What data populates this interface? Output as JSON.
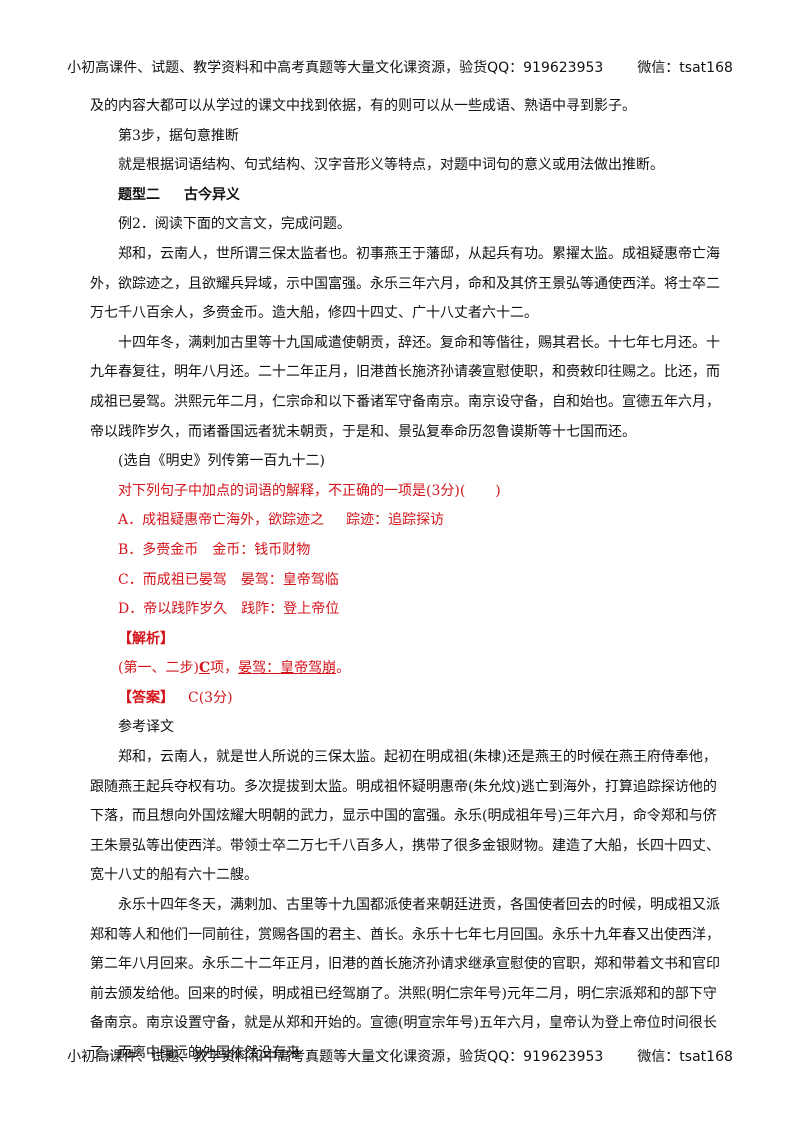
{
  "header": {
    "text": "小初高课件、试题、教学资料和中高考真题等大量文化课资源，验货QQ：919623953",
    "wechat": "微信：tsat168"
  },
  "footer": {
    "text": "小初高课件、试题、教学资料和中高考真题等大量文化课资源，验货QQ：919623953",
    "wechat": "微信：tsat168"
  },
  "content": {
    "p1": "及的内容大都可以从学过的课文中找到依据，有的则可以从一些成语、熟语中寻到影子。",
    "step3_title": "第3步，据句意推断",
    "step3_body": "就是根据词语结构、句式结构、汉字音形义等特点，对题中词句的意义或用法做出推断。",
    "section_label": "题型二",
    "section_name": "古今异义",
    "example_intro": "例2．阅读下面的文言文，完成问题。",
    "passage1": "郑和，云南人，世所谓三保太监者也。初事燕王于藩邸，从起兵有功。累擢太监。成祖疑惠帝亡海外，欲踪迹之，且欲耀兵异域，示中国富强。永乐三年六月，命和及其侪王景弘等通使西洋。将士卒二万七千八百余人，多赍金币。造大船，修四十四丈、广十八丈者六十二。",
    "passage2": "十四年冬，满剌加古里等十九国咸遣使朝贡，辞还。复命和等偕往，赐其君长。十七年七月还。十九年春复往，明年八月还。二十二年正月，旧港酋长施济孙请袭宣慰使职，和赍敕印往赐之。比还，而成祖已晏驾。洪熙元年二月，仁宗命和以下番诸军守备南京。南京设守备，自和始也。宣德五年六月，帝以践阼岁久，而诸番国远者犹未朝贡，于是和、景弘复奉命历忽鲁谟斯等十七国而还。",
    "source": "(选自《明史》列传第一百九十二)",
    "question": "对下列句子中加点的词语的解释，不正确的一项是(3分)(",
    "question_end": ")",
    "options": [
      {
        "sentence": "A．成祖疑惠帝亡海外，欲踪迹之",
        "gloss": "踪迹：追踪探访"
      },
      {
        "sentence": "B．多赍金币",
        "gloss": "金币：钱币财物"
      },
      {
        "sentence": "C．而成祖已晏驾",
        "gloss": "晏驾：皇帝驾临"
      },
      {
        "sentence": "D．帝以践阼岁久",
        "gloss": "践阼：登上帝位"
      }
    ],
    "analysis_label": "【解析】",
    "analysis_prefix": "(第一、二步)",
    "analysis_letter": "C",
    "analysis_mid": "项，",
    "analysis_answer": "晏驾：皇帝驾崩",
    "analysis_end": "。",
    "answer_label": "【答案】",
    "answer_value": "C(3分)",
    "translation_title": "参考译文",
    "translation1": "郑和，云南人，就是世人所说的三保太监。起初在明成祖(朱棣)还是燕王的时候在燕王府侍奉他，跟随燕王起兵夺权有功。多次提拔到太监。明成祖怀疑明惠帝(朱允炆)逃亡到海外，打算追踪探访他的下落，而且想向外国炫耀大明朝的武力，显示中国的富强。永乐(明成祖年号)三年六月，命令郑和与侪王朱景弘等出使西洋。带领士卒二万七千八百多人，携带了很多金银财物。建造了大船，长四十四丈、宽十八丈的船有六十二艘。",
    "translation2": "永乐十四年冬天，满剌加、古里等十九国都派使者来朝廷进贡，各国使者回去的时候，明成祖又派郑和等人和他们一同前往，赏赐各国的君主、酋长。永乐十七年七月回国。永乐十九年春又出使西洋，第二年八月回来。永乐二十二年正月，旧港的酋长施济孙请求继承宣慰使的官职，郑和带着文书和官印前去颁发给他。回来的时候，明成祖已经驾崩了。洪熙(明仁宗年号)元年二月，明仁宗派郑和的部下守备南京。南京设置守备，就是从郑和开始的。宣德(明宣宗年号)五年六月，皇帝认为登上帝位时间很长了，而离中国远的外国依然没有来"
  }
}
